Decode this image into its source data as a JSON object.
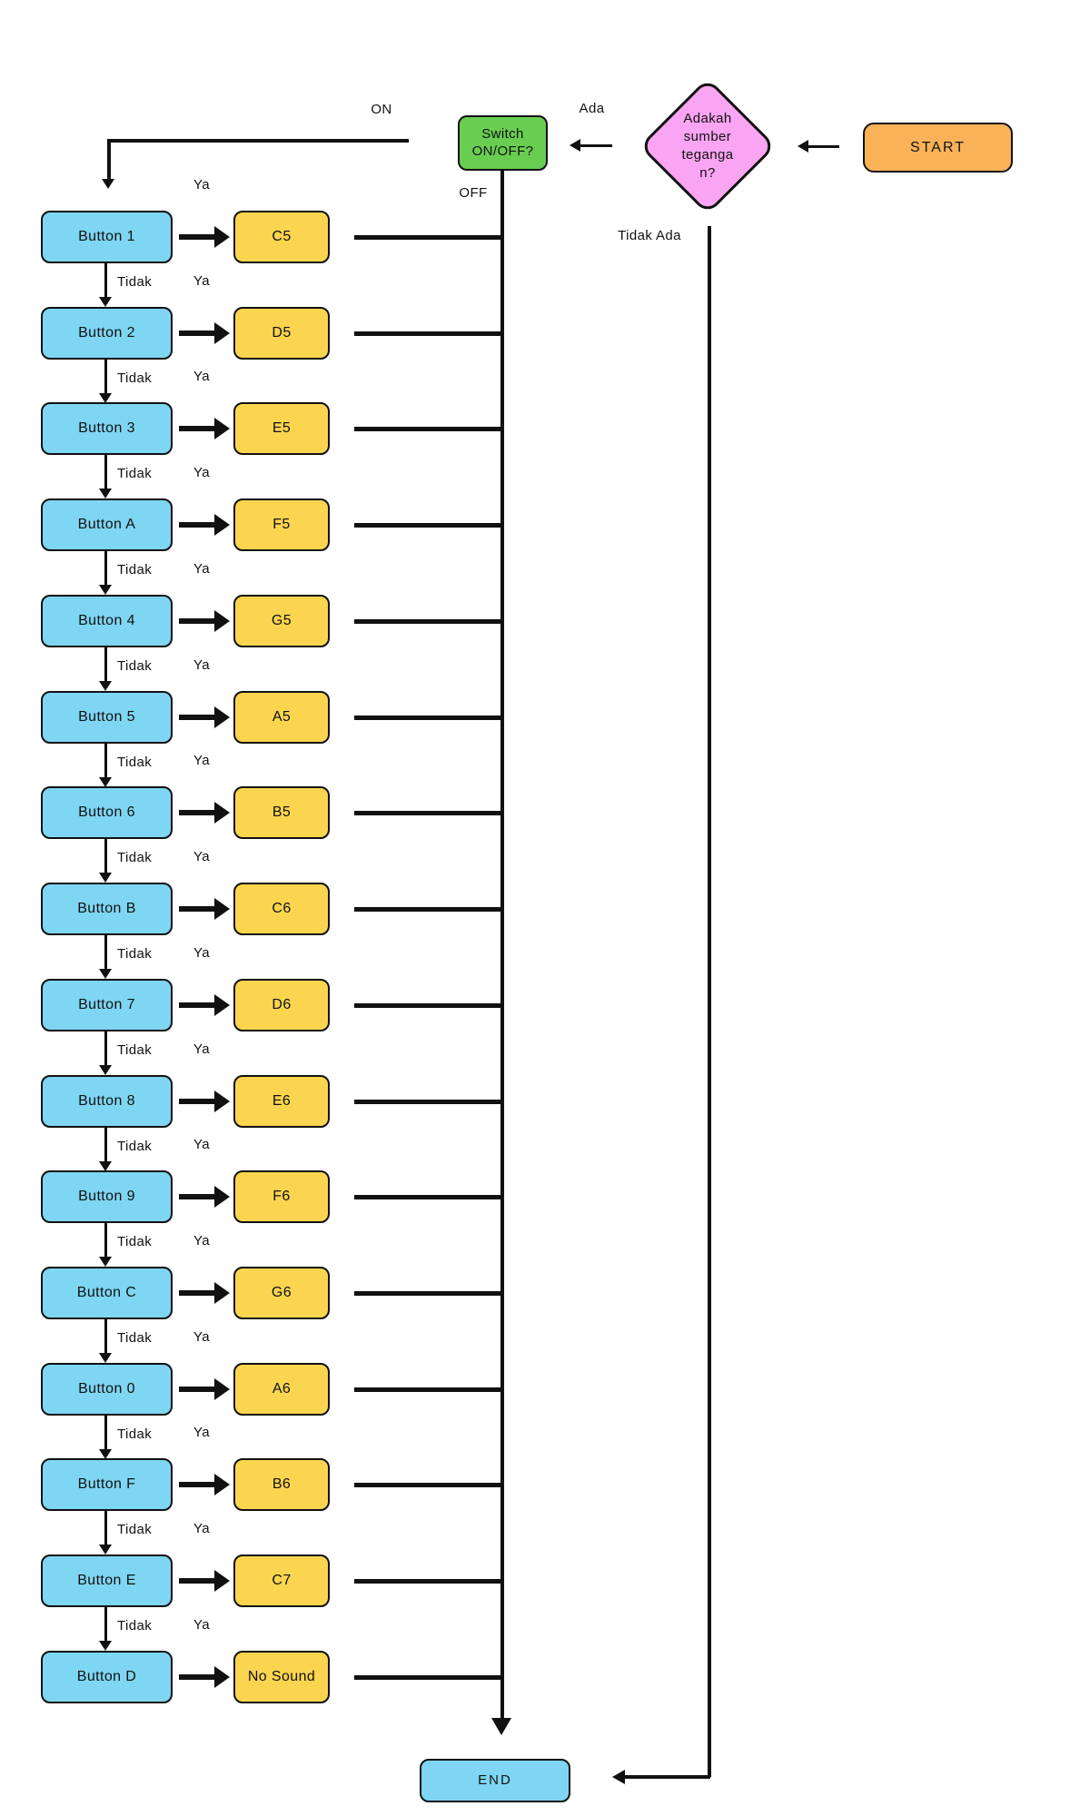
{
  "colors": {
    "blue": "#7ED6F2",
    "yellow": "#FBD54F",
    "green": "#69CD52",
    "pink": "#FAA5F3",
    "orange": "#F9B258",
    "line": "#111111"
  },
  "labels": {
    "on": "ON",
    "off": "OFF",
    "ada": "Ada",
    "tidak_ada": "Tidak Ada",
    "ya": "Ya",
    "tidak": "Tidak"
  },
  "nodes": {
    "start": "START",
    "switch": "Switch ON/OFF?",
    "decision": {
      "full": "Adakah sumber tegangan?",
      "lines": [
        "Adakah",
        "sumber",
        "teganga",
        "n?"
      ]
    },
    "end": "END"
  },
  "rows": [
    {
      "button": "Button 1",
      "note": "C5"
    },
    {
      "button": "Button 2",
      "note": "D5"
    },
    {
      "button": "Button 3",
      "note": "E5"
    },
    {
      "button": "Button A",
      "note": "F5"
    },
    {
      "button": "Button 4",
      "note": "G5"
    },
    {
      "button": "Button 5",
      "note": "A5"
    },
    {
      "button": "Button 6",
      "note": "B5"
    },
    {
      "button": "Button B",
      "note": "C6"
    },
    {
      "button": "Button 7",
      "note": "D6"
    },
    {
      "button": "Button 8",
      "note": "E6"
    },
    {
      "button": "Button 9",
      "note": "F6"
    },
    {
      "button": "Button C",
      "note": "G6"
    },
    {
      "button": "Button 0",
      "note": "A6"
    },
    {
      "button": "Button F",
      "note": "B6"
    },
    {
      "button": "Button E",
      "note": "C7"
    },
    {
      "button": "Button D",
      "note": "No Sound"
    }
  ]
}
